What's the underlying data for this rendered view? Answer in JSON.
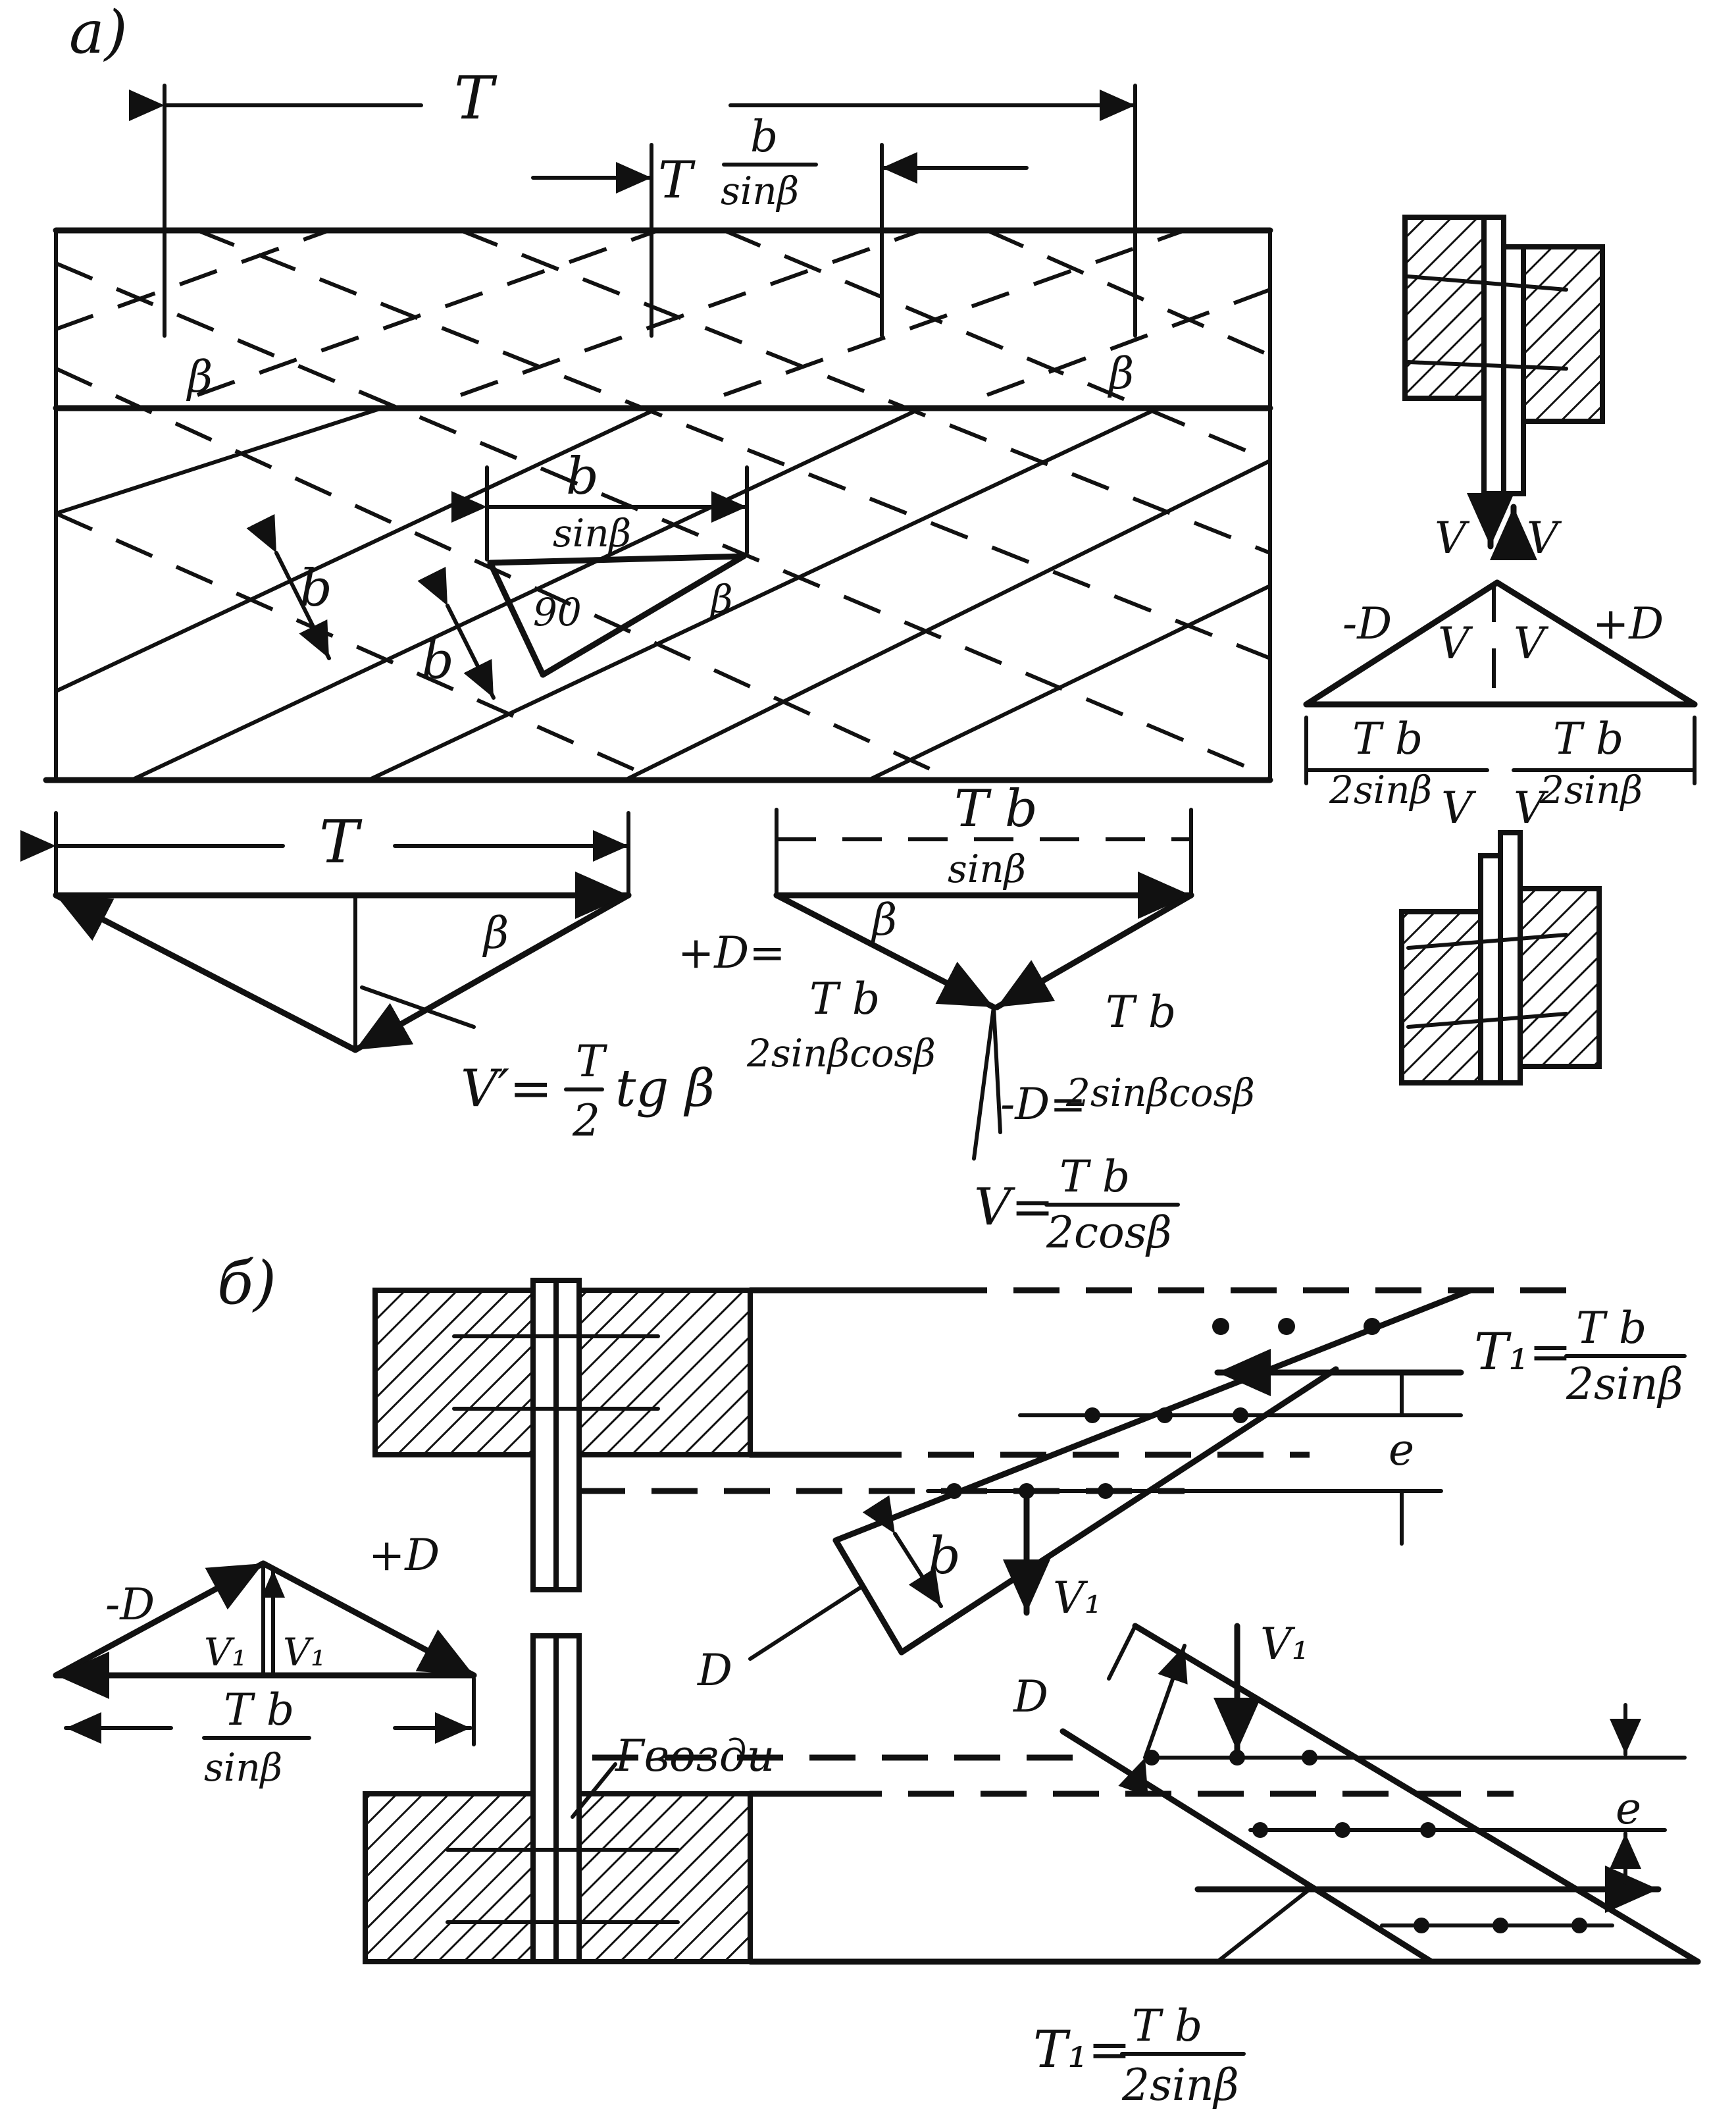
{
  "labels": {
    "panel_a": "а)",
    "panel_b": "б)",
    "T": "T",
    "b": "b",
    "sin_beta": "sinβ",
    "beta": "β",
    "angle_90": "90",
    "V": "V",
    "V1": "V₁",
    "minus_D": "-D",
    "plus_D": "+D",
    "D": "D",
    "e": "e",
    "nails": "Гвозди",
    "T_b": "T b",
    "two_sin_beta": "2sinβ",
    "two_sin_cos": "2sinβcosβ",
    "two_cos_beta": "2cosβ",
    "V_prime_eq": "V′=",
    "T_over_2": "T",
    "two": "2",
    "tg_beta": "tg β",
    "V_eq": "V=",
    "T1_eq": "T₁=",
    "plus_D_eq": "+D=",
    "minus_D_eq": "-D="
  },
  "colors": {
    "ink": "#111111",
    "hatch": "#111111",
    "paper": "#ffffff"
  }
}
